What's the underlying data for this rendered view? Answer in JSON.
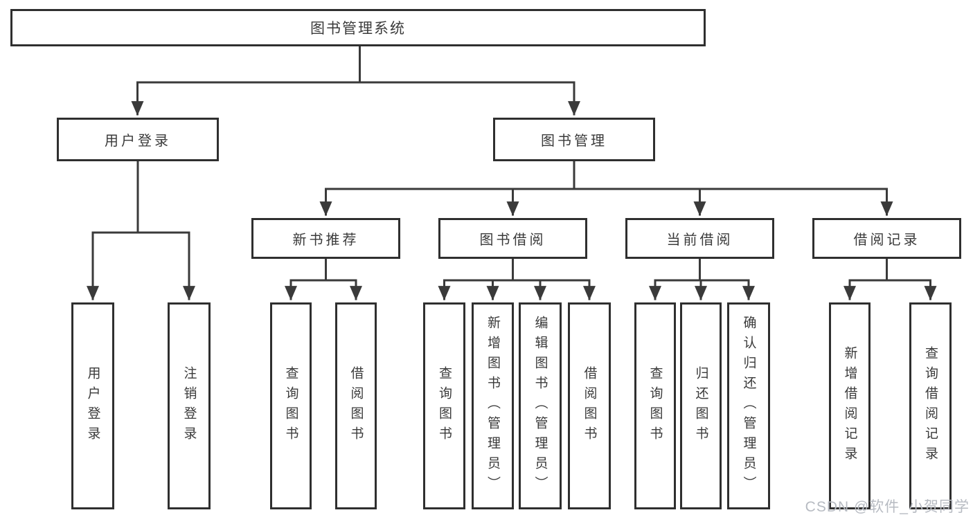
{
  "tree": {
    "root": {
      "label": "图书管理系统",
      "children": [
        {
          "label": "用户登录",
          "children": [
            {
              "label": "用户登录"
            },
            {
              "label": "注销登录"
            }
          ]
        },
        {
          "label": "图书管理",
          "children": [
            {
              "label": "新书推荐",
              "children": [
                {
                  "label": "查询图书"
                },
                {
                  "label": "借阅图书"
                }
              ]
            },
            {
              "label": "图书借阅",
              "children": [
                {
                  "label": "查询图书"
                },
                {
                  "label": "新增图书（管理员）"
                },
                {
                  "label": "编辑图书（管理员）"
                },
                {
                  "label": "借阅图书"
                }
              ]
            },
            {
              "label": "当前借阅",
              "children": [
                {
                  "label": "查询图书"
                },
                {
                  "label": "归还图书"
                },
                {
                  "label": "确认归还（管理员）"
                }
              ]
            },
            {
              "label": "借阅记录",
              "children": [
                {
                  "label": "新增借阅记录"
                },
                {
                  "label": "查询借阅记录"
                }
              ]
            }
          ]
        }
      ]
    }
  },
  "watermark": "CSDN @软件_小贺同学",
  "colors": {
    "line": "#3a3a3a",
    "border": "#2f2f2f",
    "text": "#3a3a3a",
    "watermark": "#b7bbc2",
    "background": "#ffffff"
  }
}
